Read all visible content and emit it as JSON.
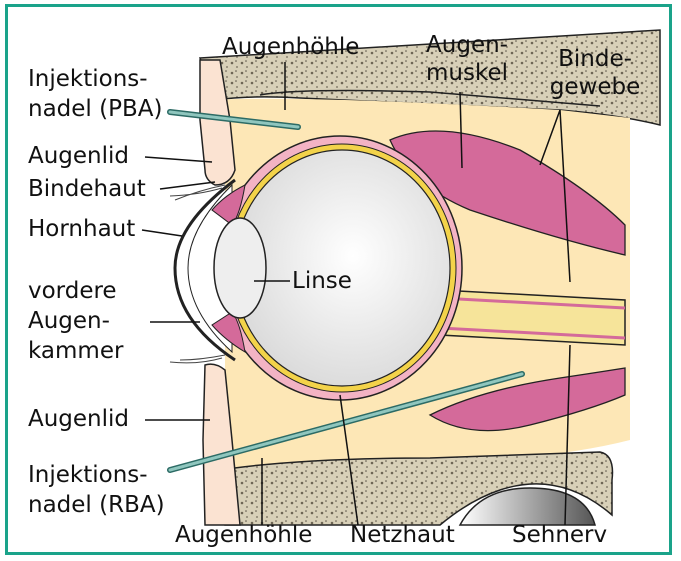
{
  "labels": {
    "augenhoehle_top": "Augenhöhle",
    "augenmuskel_1": "Augen-",
    "augenmuskel_2": "muskel",
    "bindegewebe_1": "Binde-",
    "bindegewebe_2": "gewebe",
    "injektion_pba_1": "Injektions-",
    "injektion_pba_2": "nadel (PBA)",
    "augenlid_top": "Augenlid",
    "bindehaut": "Bindehaut",
    "hornhaut": "Hornhaut",
    "linse": "Linse",
    "kammer_1": "vordere",
    "kammer_2": "Augen-",
    "kammer_3": "kammer",
    "augenlid_bottom": "Augenlid",
    "injektion_rba_1": "Injektions-",
    "injektion_rba_2": "nadel (RBA)",
    "augenhoehle_bottom": "Augenhöhle",
    "netzhaut": "Netzhaut",
    "sehnerv": "Sehnerv"
  },
  "colors": {
    "frame": "#1aa38a",
    "bone": "#cfc7b0",
    "fat": "#fde7b6",
    "skin": "#fbe3d2",
    "muscle": "#d46a9a",
    "sclera_pink": "#f3b3c4",
    "retina_yellow": "#f3d34a",
    "needle": "#6aa7a0"
  }
}
